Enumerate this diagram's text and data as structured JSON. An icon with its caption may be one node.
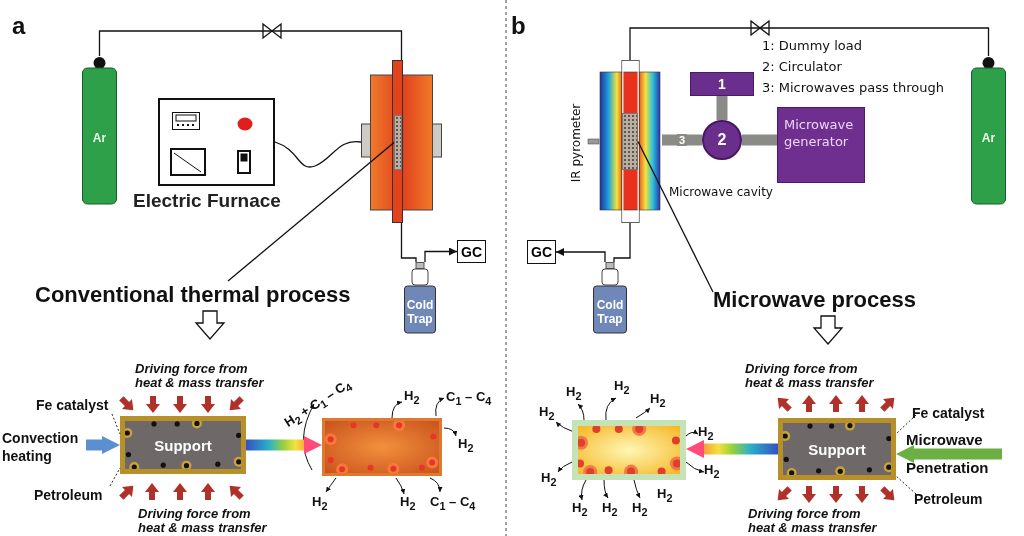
{
  "diagram": {
    "nodes": [
      {
        "text": [
          "Ar"
        ]
      },
      {
        "text": [],
        "shape": "box",
        "beside": [
          "Electric Furnace"
        ]
      },
      {
        "text": [],
        "shape": "picture"
      },
      {
        "text": [],
        "shape": "bar",
        "in": 2
      },
      {
        "text": [
          "Cold Trap"
        ]
      },
      {
        "text": [
          "GC"
        ]
      },
      {
        "text": [
          "Conventional thermal process"
        ]
      },
      {
        "text": [
          "Fe catalyst"
        ]
      },
      {
        "text": [
          "Convection heating"
        ]
      },
      {
        "text": [
          "Support"
        ]
      },
      {
        "text": [
          "Petroleum"
        ]
      },
      {
        "text": [],
        "shape": "box"
      },
      {
        "text": [],
        "shape": "picture"
      },
      {
        "text": [],
        "shape": "bar",
        "in": 12
      },
      {
        "text": [
          "1"
        ]
      },
      {
        "text": [
          "2"
        ]
      },
      {
        "text": [
          "Microwave generator"
        ]
      },
      {
        "text": [
          "Ar"
        ]
      },
      {
        "text": [
          "Cold Trap"
        ]
      },
      {
        "text": [
          "GC"
        ]
      },
      {
        "text": [
          "Microwave process"
        ]
      },
      {
        "text": [],
        "shape": "box"
      },
      {
        "text": [
          "Support"
        ]
      },
      {
        "text": [
          "Fe catalyst"
        ]
      },
      {
        "text": [
          "Microwave Penetration"
        ]
      },
      {
        "text": [
          "Petroleum"
        ]
      }
    ],
    "edges": [
      {
        "from": 0,
        "to": 2,
        "arrow": "none"
      },
      {
        "from": 1,
        "to": 2,
        "arrow": "none"
      },
      {
        "from": 2,
        "to": 4,
        "arrow": "none"
      },
      {
        "from": 4,
        "to": 5,
        "arrow": "to"
      },
      {
        "from": 6,
        "to": 3,
        "arrow": "none"
      },
      {
        "from": 6,
        "to": null,
        "arrow": "to"
      },
      {
        "from": 7,
        "to": 9,
        "arrow": "none",
        "style": "dashed"
      },
      {
        "from": 8,
        "to": 9,
        "arrow": "to",
        "style": "thick",
        "color": "#5b8fd0"
      },
      {
        "from": 10,
        "to": 9,
        "arrow": "none",
        "style": "dashed"
      },
      {
        "from": 9,
        "to": 11,
        "arrow": "to",
        "style": "thick"
      },
      {
        "from": 17,
        "to": 12,
        "arrow": "none"
      },
      {
        "from": 12,
        "to": 18,
        "arrow": "none"
      },
      {
        "from": 18,
        "to": 19,
        "arrow": "to"
      },
      {
        "from": 20,
        "to": 13,
        "arrow": "none"
      },
      {
        "from": 20,
        "to": null,
        "arrow": "to"
      },
      {
        "from": 15,
        "to": 14,
        "arrow": "none",
        "style": "thick",
        "color": "#8a8a86"
      },
      {
        "from": 16,
        "to": 15,
        "arrow": "none",
        "style": "thick",
        "color": "#8a8a86"
      },
      {
        "from": 15,
        "to": 12,
        "arrow": "none",
        "style": "thick",
        "color": "#8a8a86",
        "label": "3"
      },
      {
        "from": 23,
        "to": 22,
        "arrow": "none",
        "style": "dashed"
      },
      {
        "from": 24,
        "to": 22,
        "arrow": "to",
        "style": "thick",
        "color": "#6cb043"
      },
      {
        "from": 25,
        "to": 22,
        "arrow": "none",
        "style": "dashed"
      },
      {
        "from": 22,
        "to": 21,
        "arrow": "to",
        "style": "thick"
      }
    ],
    "labels": [
      "a",
      "b",
      "1: Dummy load",
      "2: Circulator",
      "3: Microwaves pass through",
      "IR pyrometer",
      "Microwave cavity",
      "Driving force from heat & mass transfer",
      "H$_{2}$ + C$_{1}$ – C$_{4}$",
      "H$_{2}$",
      "C$_{1}$ – C$_{4}$",
      "H$_{2}$",
      "H$_{2}$",
      "H$_{2}$",
      "C$_{1}$ – C$_{4}$",
      "Driving force from heat & mass transfer",
      "Driving force from heat & mass transfer",
      "H$_{2}$",
      "H$_{2}$",
      "H$_{2}$",
      "H$_{2}$",
      "H$_{2}$",
      "H$_{2}$",
      "H$_{2}$",
      "H$_{2}$",
      "H$_{2}$",
      "H$_{2}$",
      "H$_{2}$",
      "Driving force from heat & mass transfer"
    ]
  }
}
